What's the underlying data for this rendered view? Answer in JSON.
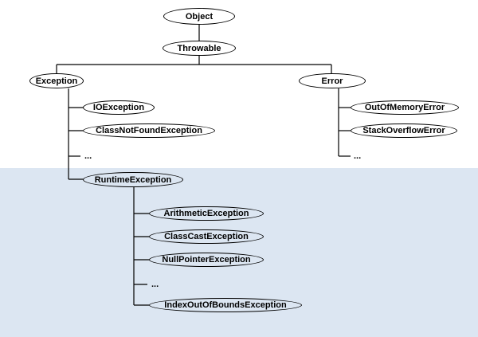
{
  "nodes": {
    "object": "Object",
    "throwable": "Throwable",
    "exception": "Exception",
    "error": "Error",
    "ioexception": "IOException",
    "classnotfound": "ClassNotFoundException",
    "runtime": "RuntimeException",
    "arithmetic": "ArithmeticException",
    "classcast": "ClassCastException",
    "nullpointer": "NullPointerException",
    "indexoutofbounds": "IndexOutOfBoundsException",
    "outofmemory": "OutOfMemoryError",
    "stackoverflow": "StackOverflowError"
  },
  "ellipsis": {
    "exception_more": "...",
    "error_more": "...",
    "runtime_more": "..."
  },
  "colors": {
    "shaded_region": "#dce6f2",
    "node_fill": "#ffffff",
    "stroke": "#000000"
  }
}
